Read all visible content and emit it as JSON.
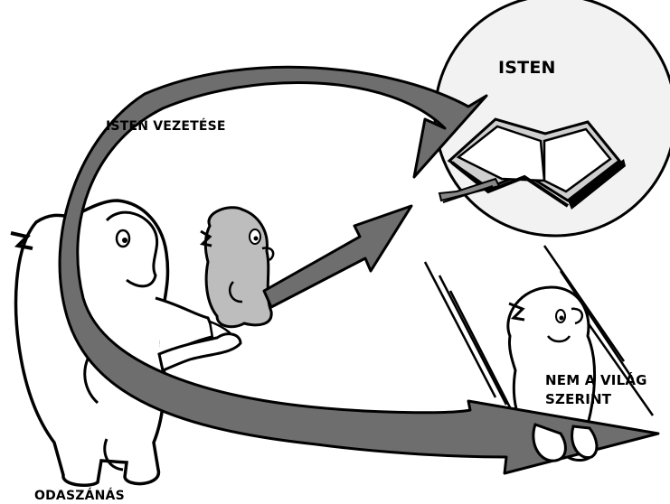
{
  "labels": {
    "god": "ISTEN",
    "guidance": "ISTEN VEZETÉSE",
    "dedication": "ODASZÁNÁS",
    "not_world_line1": "NEM A VILÁG",
    "not_world_line2": "SZERINT"
  },
  "colors": {
    "ink": "#000000",
    "arrow_gray": "#6e6e6e",
    "figure_gray": "#bdbdbd",
    "circle_fill": "#f2f2f2",
    "paper": "#ffffff"
  }
}
